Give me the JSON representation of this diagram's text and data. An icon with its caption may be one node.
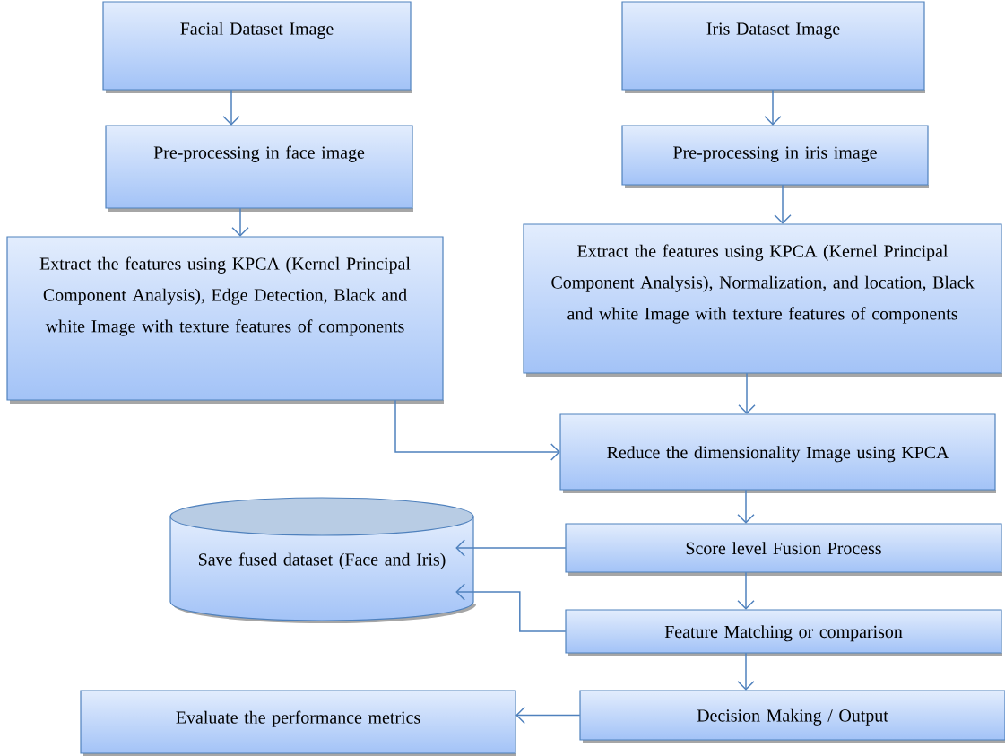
{
  "diagram": {
    "nodes": [
      {
        "text": [
          "Facial Dataset Image"
        ]
      },
      {
        "text": [
          "Iris Dataset Image"
        ]
      },
      {
        "text": [
          "Pre-processing in face image"
        ]
      },
      {
        "text": [
          "Pre-processing in iris image"
        ]
      },
      {
        "text": [
          "Extract the features using KPCA (Kernel Principal Component Analysis), Edge Detection, Black and white Image with texture features of components"
        ]
      },
      {
        "text": [
          "Extract the features using KPCA (Kernel Principal Component Analysis), Normalization, and location, Black and white Image with texture features of components"
        ]
      },
      {
        "text": [
          "Reduce the dimensionality Image using KPCA"
        ]
      },
      {
        "text": [
          "Save fused dataset (Face and Iris)"
        ]
      },
      {
        "text": [
          "Score level Fusion Process"
        ]
      },
      {
        "text": [
          "Feature Matching or comparison"
        ]
      },
      {
        "text": [
          "Evaluate the performance metrics"
        ]
      },
      {
        "text": [
          "Decision Making / Output"
        ]
      }
    ],
    "edges": [
      {
        "from": 0,
        "to": 2,
        "arrow": "to"
      },
      {
        "from": 1,
        "to": 3,
        "arrow": "to"
      },
      {
        "from": 2,
        "to": 4,
        "arrow": "to"
      },
      {
        "from": 3,
        "to": 5,
        "arrow": "to"
      },
      {
        "from": 5,
        "to": 6,
        "arrow": "to"
      },
      {
        "from": 4,
        "to": 6,
        "arrow": "to"
      },
      {
        "from": 6,
        "to": 8,
        "arrow": "to"
      },
      {
        "from": 8,
        "to": 7,
        "arrow": "to"
      },
      {
        "from": 8,
        "to": 9,
        "arrow": "to"
      },
      {
        "from": 9,
        "to": 7,
        "arrow": "to"
      },
      {
        "from": 9,
        "to": 11,
        "arrow": "to"
      },
      {
        "from": 11,
        "to": 10,
        "arrow": "to"
      }
    ]
  }
}
